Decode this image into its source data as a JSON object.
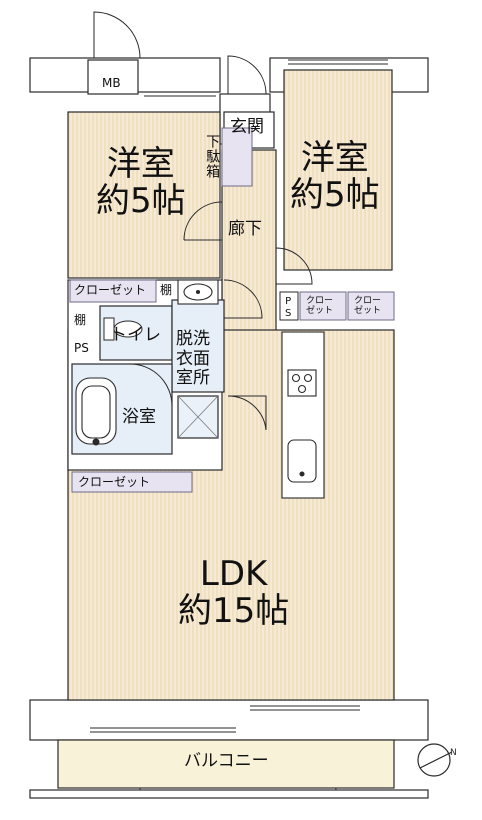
{
  "rooms": {
    "western_room_left": {
      "name": "洋室",
      "size": "約5帖"
    },
    "western_room_right": {
      "name": "洋室",
      "size": "約5帖"
    },
    "ldk": {
      "name": "LDK",
      "size": "約15帖"
    },
    "entrance": "玄関",
    "shoe_box": "下駄箱",
    "hallway": "廊下",
    "toilet": "トイレ",
    "washroom_line1": "脱洗",
    "washroom_line2": "衣面",
    "washroom_line3": "室所",
    "bathroom": "浴室",
    "balcony": "バルコニー"
  },
  "storage": {
    "closet_left": "クローゼット",
    "closet_bottom": "クローゼット",
    "closet_right_a": "クロー\nゼット",
    "closet_right_b": "クロー\nゼット",
    "shelf_top": "棚",
    "shelf_toilet": "棚"
  },
  "fixtures": {
    "mb": "MB",
    "ps_toilet": "PS",
    "ps_right": "P\nS"
  },
  "colors": {
    "room_fill": "#f5e9d3",
    "room_stripe": "#ead6b4",
    "wet_fill": "#dfe9f3",
    "storage_fill": "#e7e3f1",
    "wall": "#2a2a2a",
    "balcony_fill": "#f7f2d8"
  },
  "icons": [
    "compass-north-icon",
    "door-swing-icon",
    "bathtub-icon",
    "sink-icon",
    "stove-icon",
    "kitchen-sink-icon"
  ]
}
